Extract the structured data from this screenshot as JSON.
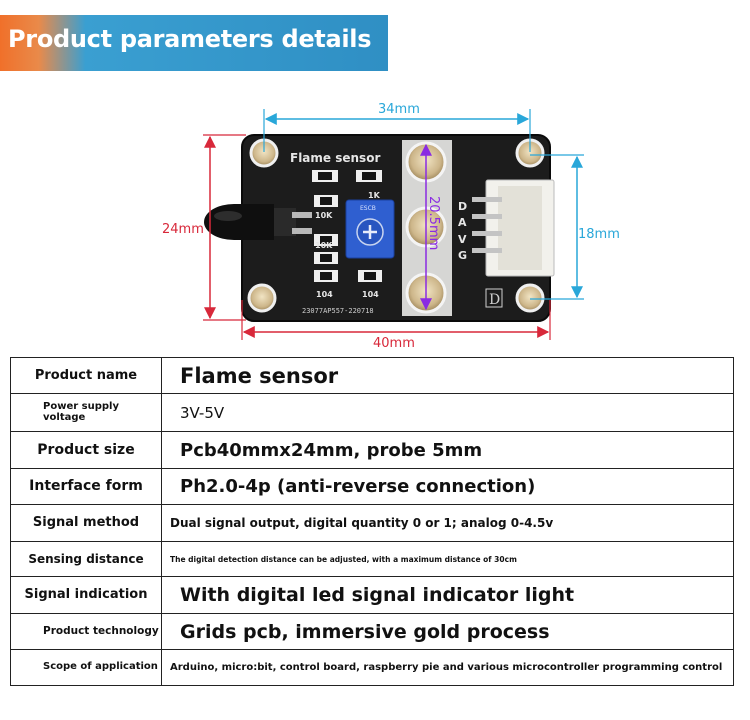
{
  "header": {
    "title": "Product parameters details"
  },
  "board": {
    "silkscreen_title": "Flame sensor",
    "resistor_top": "1K",
    "resistor_left1": "10K",
    "resistor_left2": "10K",
    "cap1": "104",
    "cap2": "104",
    "pins": [
      "D",
      "A",
      "V",
      "G"
    ],
    "logo_letter": "D",
    "serial": "23077AP557-220718",
    "pot_text": "ESCB",
    "colors": {
      "pcb": "#1c1c1c",
      "pot": "#2f5fd0",
      "connector": "#f2f1ec"
    }
  },
  "dimensions": {
    "width_top": "34mm",
    "height_left": "24mm",
    "hole_span": "20.5mm",
    "connector_height": "18mm",
    "width_bottom": "40mm"
  },
  "specs": [
    {
      "label": "Product name",
      "value": "Flame sensor",
      "lsize": 13,
      "vsize": 21,
      "vbold": true,
      "h": 36
    },
    {
      "label": "Power supply voltage",
      "value": "3V-5V",
      "lsize": 10,
      "vsize": 15,
      "vbold": false,
      "h": 38
    },
    {
      "label": "Product size",
      "value": "Pcb40mmx24mm, probe 5mm",
      "lsize": 14,
      "vsize": 18,
      "vbold": true,
      "h": 37
    },
    {
      "label": "Interface form",
      "value": "Ph2.0-4p (anti-reverse connection)",
      "lsize": 14,
      "vsize": 18,
      "vbold": true,
      "h": 36
    },
    {
      "label": "Signal method",
      "value": "Dual signal output, digital quantity 0 or 1; analog 0-4.5v",
      "lsize": 13,
      "vsize": 12,
      "vbold": true,
      "h": 37
    },
    {
      "label": "Sensing distance",
      "value": "The digital detection distance can be adjusted, with a maximum distance of 30cm",
      "lsize": 12,
      "vsize": 7.5,
      "vbold": true,
      "h": 35
    },
    {
      "label": "Signal indication",
      "value": "With digital led signal indicator light",
      "lsize": 13,
      "vsize": 19,
      "vbold": true,
      "h": 37
    },
    {
      "label": "Product technology",
      "value": "Grids pcb, immersive gold process",
      "lsize": 10.5,
      "vsize": 19,
      "vbold": true,
      "h": 36
    },
    {
      "label": "Scope of application",
      "value": "Arduino, micro:bit, control board, raspberry pie and various microcontroller programming control",
      "lsize": 10,
      "vsize": 10,
      "vbold": true,
      "h": 36
    }
  ]
}
